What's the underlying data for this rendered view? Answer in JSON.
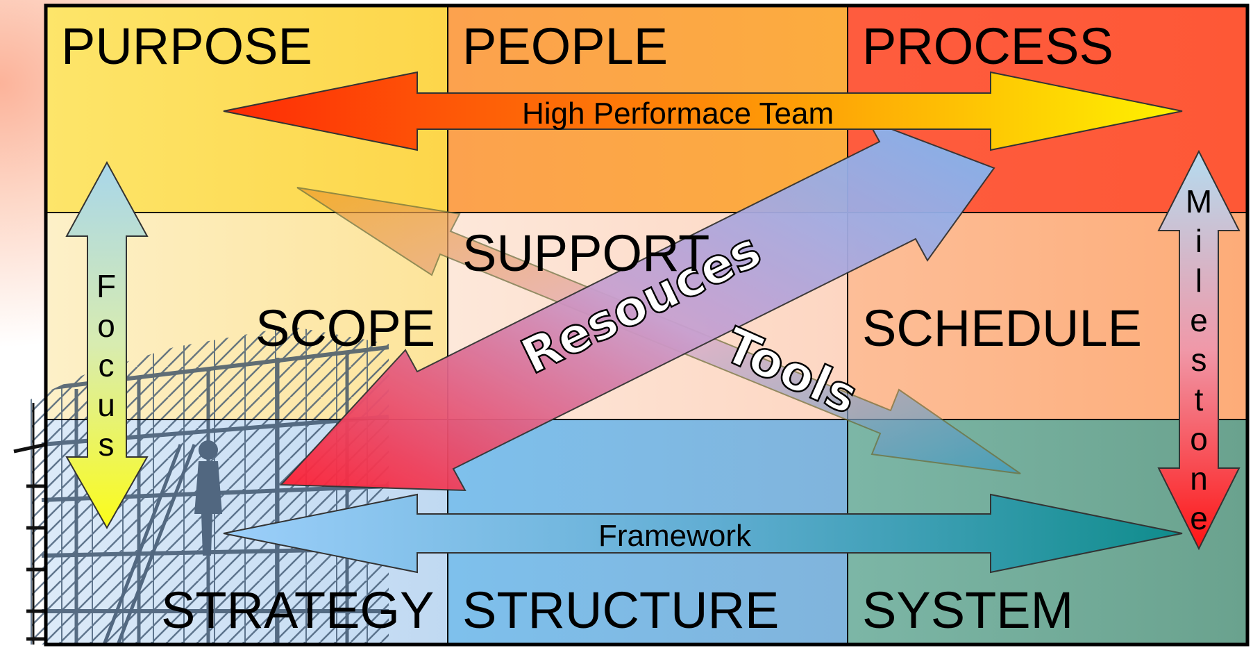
{
  "grid": {
    "top_row": [
      "PURPOSE",
      "PEOPLE",
      "PROCESS"
    ],
    "middle_row": [
      "SCOPE",
      "SUPPORT",
      "SCHEDULE"
    ],
    "bottom_row": [
      "STRATEGY",
      "STRUCTURE",
      "SYSTEM"
    ]
  },
  "arrows": {
    "top_horizontal": "High Performace Team",
    "bottom_horizontal": "Framework",
    "left_vertical": [
      "F",
      "o",
      "c",
      "u",
      "s"
    ],
    "right_vertical": [
      "M",
      "i",
      "l",
      "e",
      "s",
      "t",
      "o",
      "n",
      "e"
    ],
    "diagonal_up": "Resouces",
    "diagonal_down": "Tools"
  },
  "colors": {
    "purpose": "#fde252",
    "people": "#fcaa48",
    "process": "#fe5a3a",
    "scope": "#fdeaa4",
    "support": "#fde0d2",
    "schedule": "#fdb488",
    "strategy": "#c8dff4",
    "structure": "#7cbce8",
    "system": "#74ad9c"
  }
}
